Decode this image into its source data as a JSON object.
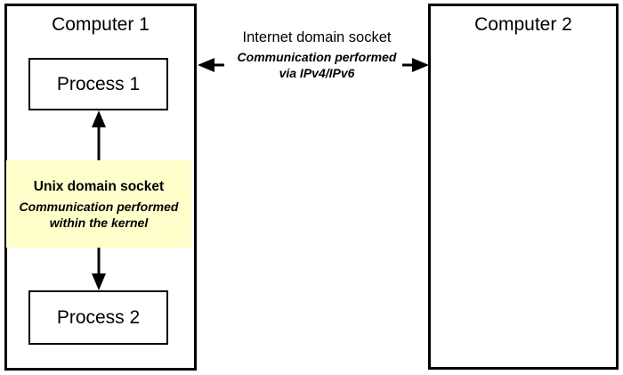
{
  "diagram": {
    "title_left": "Computer 1",
    "title_right": "Computer 2",
    "computer1": {
      "label": "Computer 1",
      "process1": "Process 1",
      "process2": "Process 2",
      "unix_socket": {
        "title": "Unix domain socket",
        "subtitle": "Communication performed within the kernel",
        "fill_color": "#ffffcc"
      }
    },
    "computer2": {
      "label": "Computer 2"
    },
    "internet_socket": {
      "title": "Internet domain socket",
      "subtitle_line1": "Communication performed",
      "subtitle_line2": "via IPv4/IPv6"
    },
    "arrows": {
      "left_into_computer1": "arrow-left",
      "right_into_computer2": "arrow-right",
      "unix_up_to_process1": "arrow-up",
      "unix_down_to_process2": "arrow-down"
    },
    "colors": {
      "stroke": "#000000",
      "background": "#ffffff",
      "highlight": "#ffffcc"
    }
  }
}
